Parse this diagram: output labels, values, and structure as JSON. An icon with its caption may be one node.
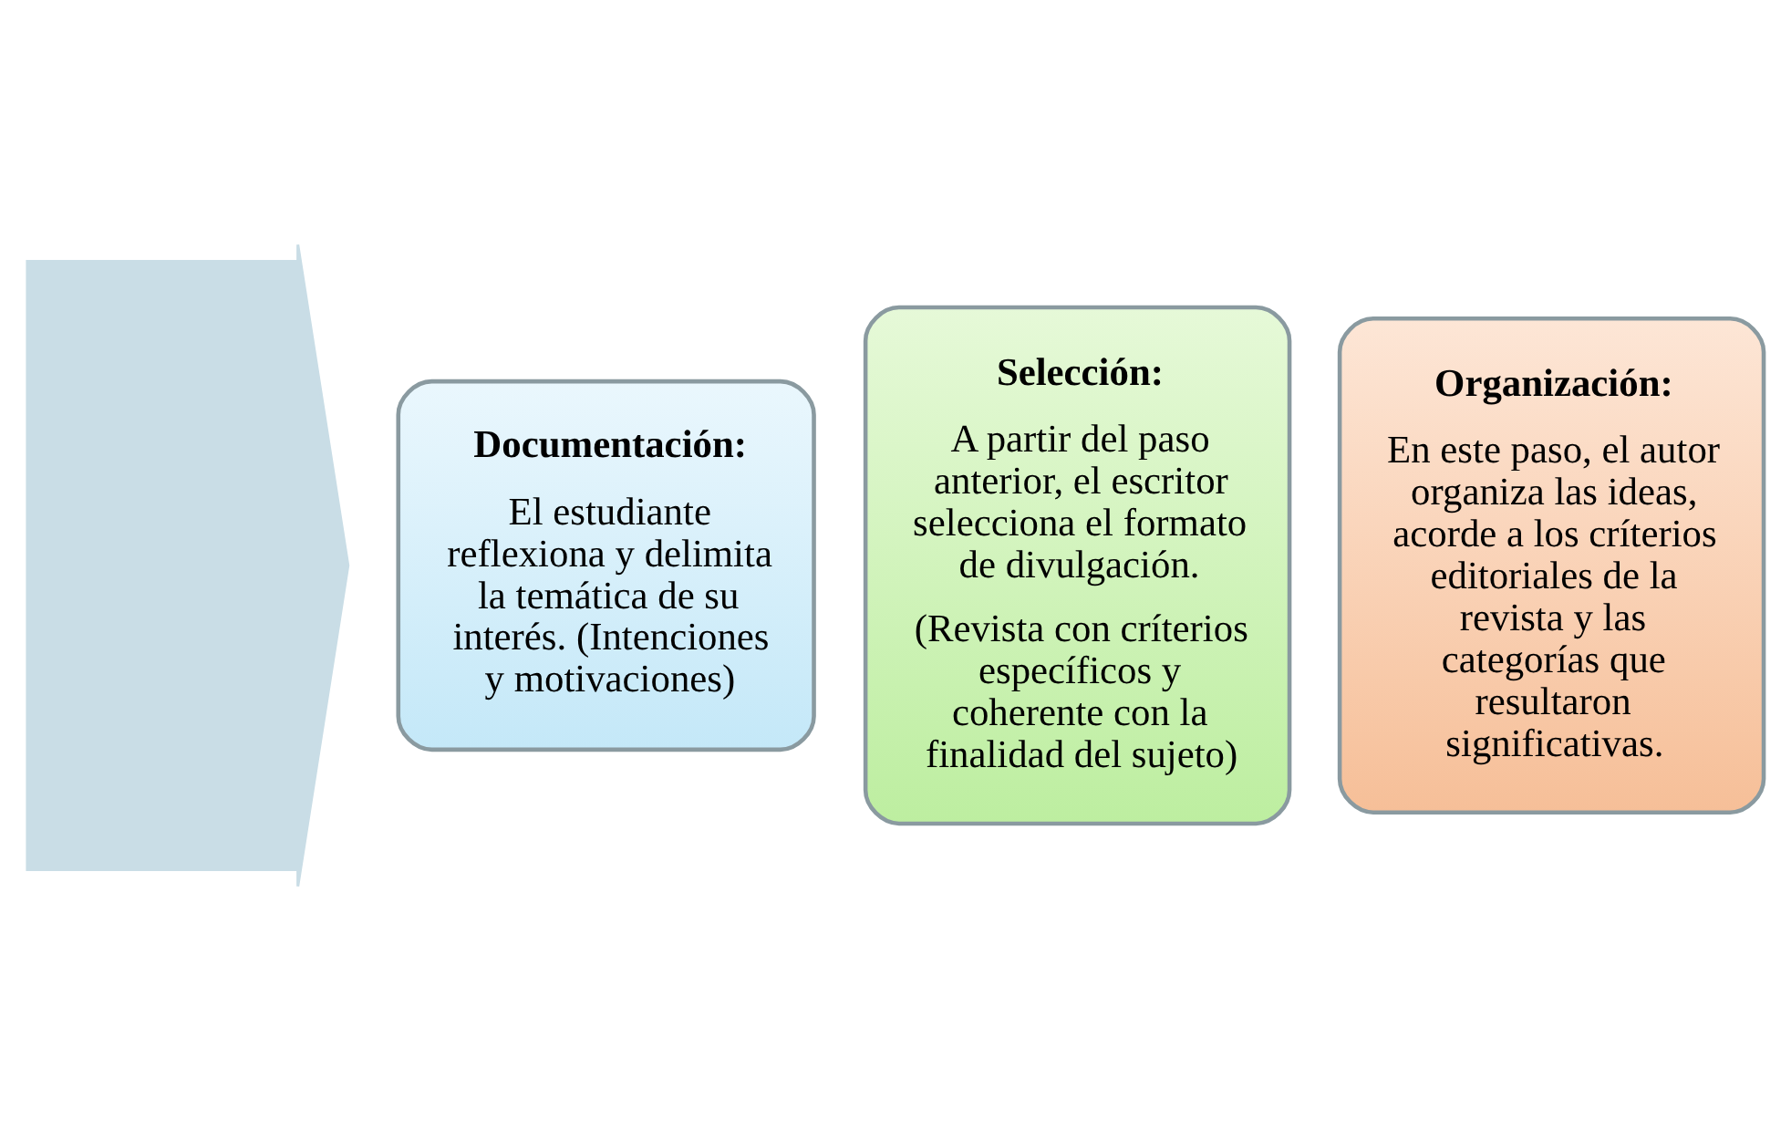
{
  "diagram": {
    "nodes": [
      {
        "text": [],
        "shape": "arrow"
      },
      {
        "text": [
          "Documentación:",
          "El estudiante reflexiona y delimita la temática de su interés. (Intenciones y motivaciones)"
        ]
      },
      {
        "text": [
          "Selección:",
          "A partir del paso anterior, el escritor selecciona el formato de divulgación.",
          "(Revista con críterios específicos y coherente con la finalidad del sujeto)"
        ]
      },
      {
        "text": [
          "Organización:",
          "En este paso, el autor organiza las ideas, acorde a los críterios editoriales de la revista y las categorías que resultaron significativas."
        ]
      }
    ],
    "edges": []
  }
}
